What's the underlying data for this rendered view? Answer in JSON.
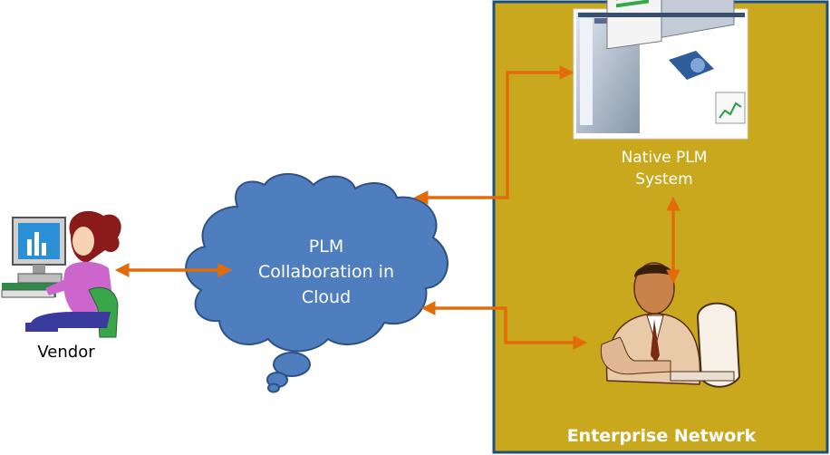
{
  "labels": {
    "cloud": "PLM\nCollaboration in\nCloud",
    "native_system": "Native PLM\nSystem",
    "vendor": "Vendor",
    "enterprise": "Enterprise Network"
  },
  "colors": {
    "enterprise_fill": "#C9A81E",
    "enterprise_border": "#1F4E79",
    "cloud_fill": "#4E7EBD",
    "cloud_stroke": "#2D5187",
    "arrow": "#E36C0A"
  },
  "icons": [
    "vendor-clipart",
    "native-plm-screenshot",
    "business-user-clipart"
  ]
}
